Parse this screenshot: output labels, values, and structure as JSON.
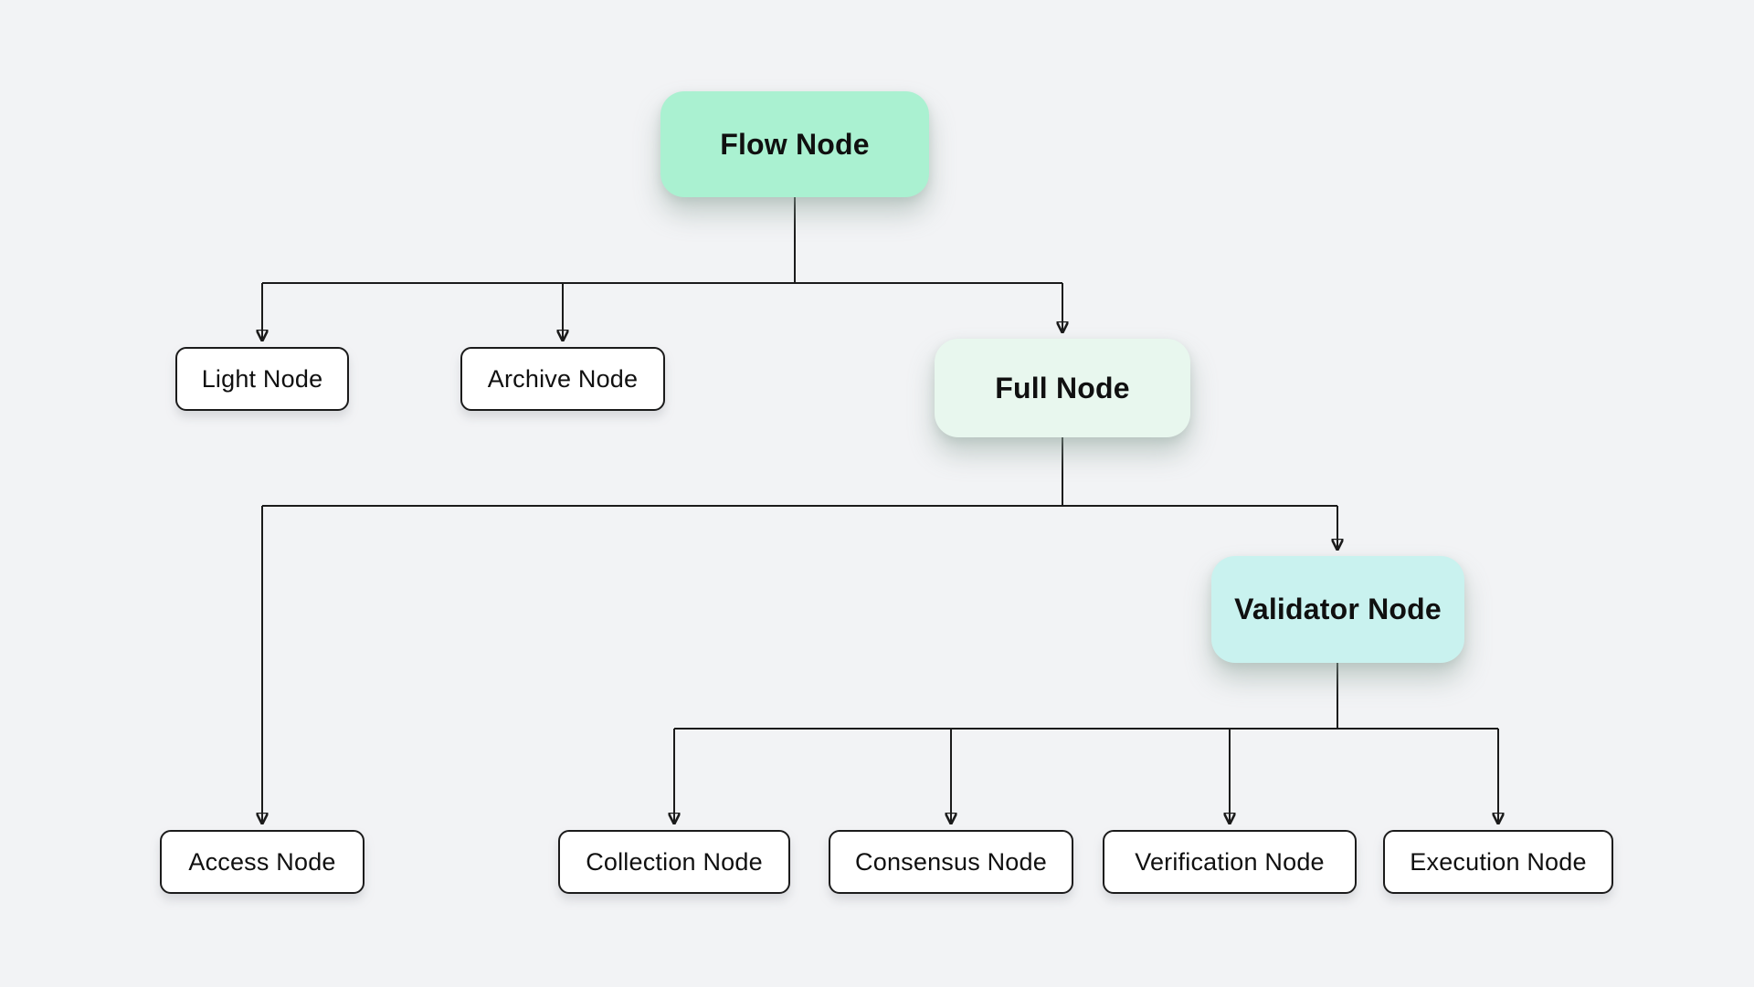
{
  "diagram": {
    "type": "flowchart-tree",
    "background_color": "#f2f3f5",
    "line_color": "#1b1b1b",
    "nodes": {
      "flow": {
        "label": "Flow Node",
        "fill": "#aaf1d1",
        "emphasis": "major"
      },
      "light": {
        "label": "Light Node",
        "fill": "#ffffff",
        "emphasis": "leaf"
      },
      "archive": {
        "label": "Archive Node",
        "fill": "#ffffff",
        "emphasis": "leaf"
      },
      "full": {
        "label": "Full Node",
        "fill": "#e8f7ee",
        "emphasis": "major"
      },
      "validator": {
        "label": "Validator Node",
        "fill": "#c9f2ef",
        "emphasis": "major"
      },
      "access": {
        "label": "Access Node",
        "fill": "#ffffff",
        "emphasis": "leaf"
      },
      "collection": {
        "label": "Collection Node",
        "fill": "#ffffff",
        "emphasis": "leaf"
      },
      "consensus": {
        "label": "Consensus Node",
        "fill": "#ffffff",
        "emphasis": "leaf"
      },
      "verification": {
        "label": "Verification Node",
        "fill": "#ffffff",
        "emphasis": "leaf"
      },
      "execution": {
        "label": "Execution Node",
        "fill": "#ffffff",
        "emphasis": "leaf"
      }
    },
    "edges": [
      [
        "flow",
        "light"
      ],
      [
        "flow",
        "archive"
      ],
      [
        "flow",
        "full"
      ],
      [
        "full",
        "access"
      ],
      [
        "full",
        "validator"
      ],
      [
        "validator",
        "collection"
      ],
      [
        "validator",
        "consensus"
      ],
      [
        "validator",
        "verification"
      ],
      [
        "validator",
        "execution"
      ]
    ]
  }
}
